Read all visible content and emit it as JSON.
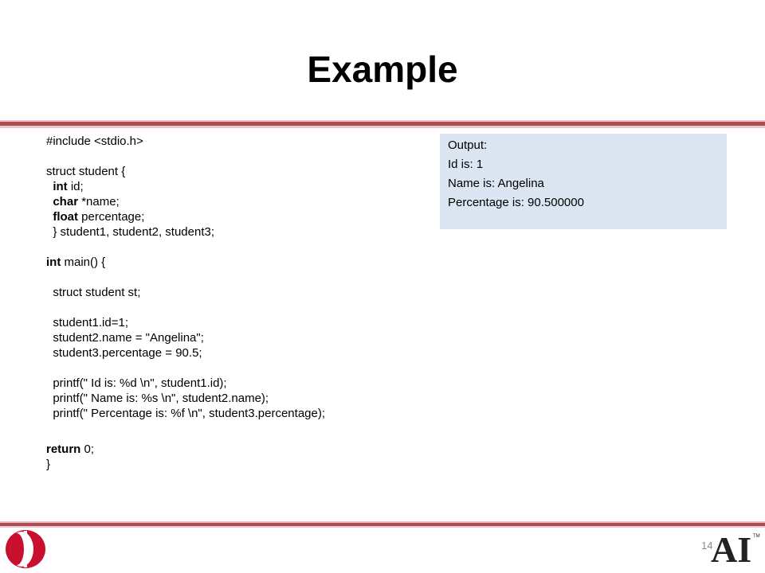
{
  "slide": {
    "title": "Example",
    "page_number": "14"
  },
  "code": {
    "line_include": "#include <stdio.h>",
    "line_struct_open": "struct student {",
    "kw_int": "int",
    "line_id_rest": " id;",
    "kw_char": "char",
    "line_name_rest": " *name;",
    "kw_float": "float",
    "line_percentage_rest": " percentage;",
    "line_struct_close": "} student1, student2, student3;",
    "kw_int_main": "int",
    "line_main_rest": " main() {",
    "line_decl": "struct student st;",
    "line_assign_id": "student1.id=1;",
    "line_assign_name": "student2.name = \"Angelina\";",
    "line_assign_pct": "student3.percentage = 90.5;",
    "line_printf_id": "printf(\" Id is: %d \\n\", student1.id);",
    "line_printf_name": "printf(\" Name is: %s \\n\", student2.name);",
    "line_printf_pct": "printf(\" Percentage is: %f \\n\", student3.percentage);",
    "kw_return": "return",
    "line_return_rest": " 0;",
    "line_close": "}"
  },
  "output": {
    "header": "Output:",
    "line1": "Id is: 1",
    "line2": "Name is: Angelina",
    "line3": "Percentage is: 90.500000"
  },
  "colors": {
    "rule_accent": "#b04b52",
    "output_bg": "#dce6f2",
    "logo_red": "#c8102e"
  },
  "logos": {
    "left": "university-emblem",
    "right_text": "AI",
    "right_mark": "TM"
  }
}
